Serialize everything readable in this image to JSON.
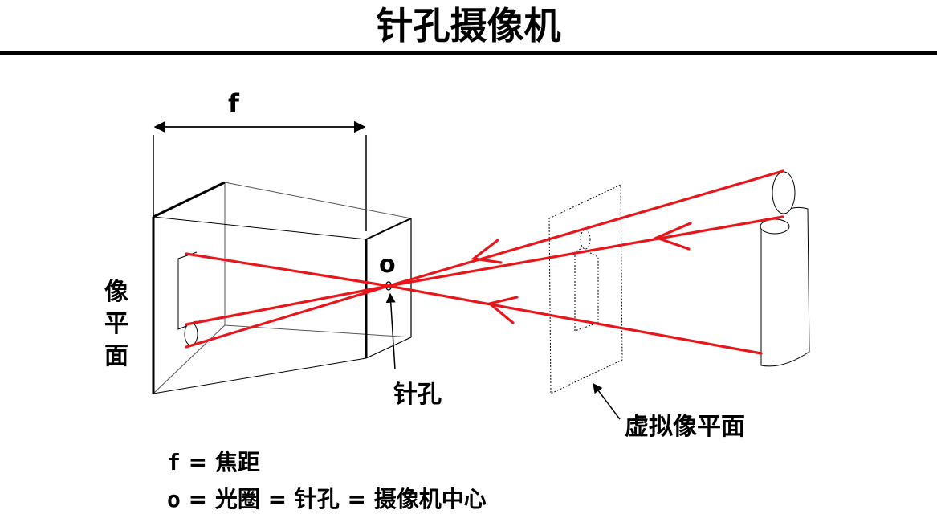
{
  "title": "针孔摄像机",
  "labels": {
    "f": "f",
    "o": "o",
    "image_plane": "像\n平\n面",
    "pinhole": "针孔",
    "virtual_image_plane": "虚拟像平面"
  },
  "legend": {
    "f_key": "f",
    "f_value": " = 焦距",
    "o_key": "o",
    "o_value": " = 光圈 = 针孔 = 摄像机中心"
  },
  "colors": {
    "ray": "#e8161b",
    "line": "#000000"
  }
}
